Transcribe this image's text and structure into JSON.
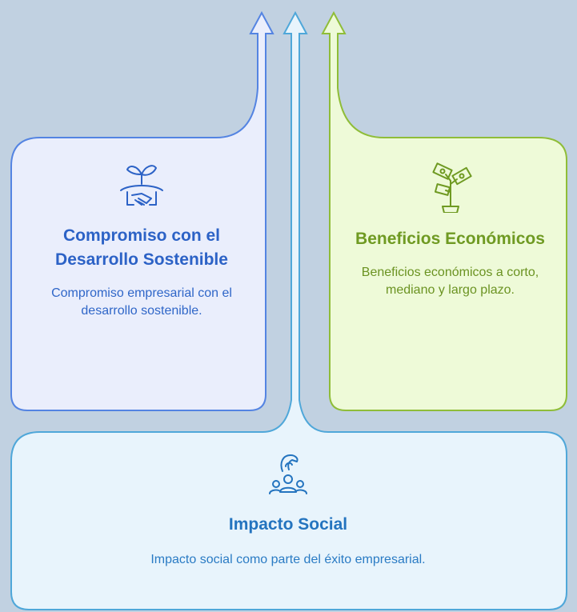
{
  "colors": {
    "background": "#c1d1e1",
    "left_card_fill": "#eaeefc",
    "left_card_stroke": "#5484e2",
    "right_card_fill": "#eefad8",
    "right_card_stroke": "#8fbd38",
    "bottom_card_fill": "#e8f4fc",
    "bottom_card_stroke": "#4fa7d9"
  },
  "cards": {
    "left": {
      "icon": "plant-handshake-icon",
      "title": "Compromiso con el Desarrollo Sostenible",
      "description": "Compromiso empresarial con el desarrollo sostenible."
    },
    "right": {
      "icon": "money-plant-icon",
      "title": "Beneficios Económicos",
      "description": "Beneficios económicos a corto, mediano y largo plazo."
    },
    "bottom": {
      "icon": "community-hand-icon",
      "title": "Impacto Social",
      "description": "Impacto social como parte del éxito empresarial."
    }
  }
}
